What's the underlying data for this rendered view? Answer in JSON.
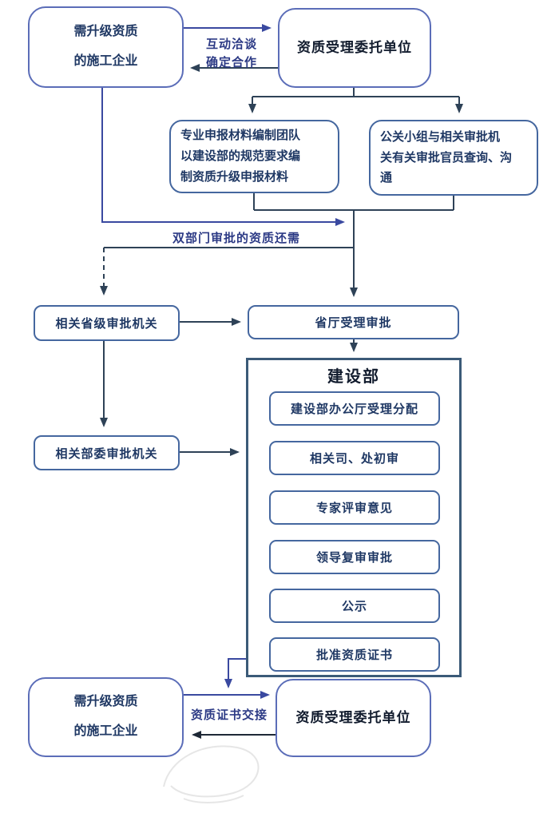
{
  "palette": {
    "text_navy": "#1f3864",
    "text_dark": "#121c2e",
    "label_blue": "#2c3a85",
    "border_violet": "#5b6db8",
    "border_steel": "#45679f",
    "border_container": "#3b5a78",
    "line_dark": "#2e4257",
    "line_blue": "#3a49a0",
    "line_black": "#1e2836"
  },
  "nodes": {
    "company_top": {
      "lines": [
        "需升级资质",
        "的施工企业"
      ]
    },
    "agency_top": {
      "label": "资质受理委托单位"
    },
    "team": {
      "lines": [
        "专业申报材料编制团队",
        "以建设部的规范要求编",
        "制资质升级申报材料"
      ]
    },
    "pr_group": {
      "lines": [
        "公关小组与相关审批机",
        "关有关审批官员查询、沟",
        "通"
      ]
    },
    "provincial_organ": {
      "label": "相关省级审批机关"
    },
    "provincial_accept": {
      "label": "省厅受理审批"
    },
    "ministry_organ": {
      "label": "相关部委审批机关"
    },
    "moc": {
      "title": "建设部",
      "steps": [
        "建设部办公厅受理分配",
        "相关司、处初审",
        "专家评审意见",
        "领导复审审批",
        "公示",
        "批准资质证书"
      ]
    },
    "company_bottom": {
      "lines": [
        "需升级资质",
        "的施工企业"
      ]
    },
    "agency_bottom": {
      "label": "资质受理委托单位"
    }
  },
  "edge_labels": {
    "negotiate_line1": "互动洽谈",
    "negotiate_line2": "确定合作",
    "dual_approval": "双部门审批的资质还需",
    "certificate_handover": "资质证书交接"
  }
}
